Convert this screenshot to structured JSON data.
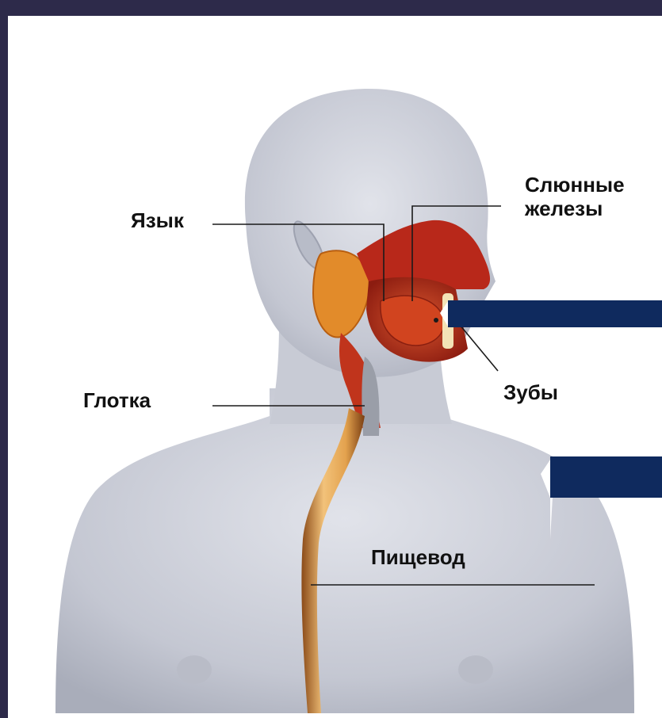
{
  "labels": {
    "tongue": "Язык",
    "salivary_glands": "Слюнные\nжелезы",
    "teeth": "Зубы",
    "pharynx": "Глотка",
    "esophagus": "Пищевод"
  },
  "colors": {
    "frame": "#2d2a4a",
    "arrow": "#0f2a5e",
    "body": "#c9ccd6",
    "tissue": "#b5311c",
    "esophagus": "#e0a050"
  }
}
